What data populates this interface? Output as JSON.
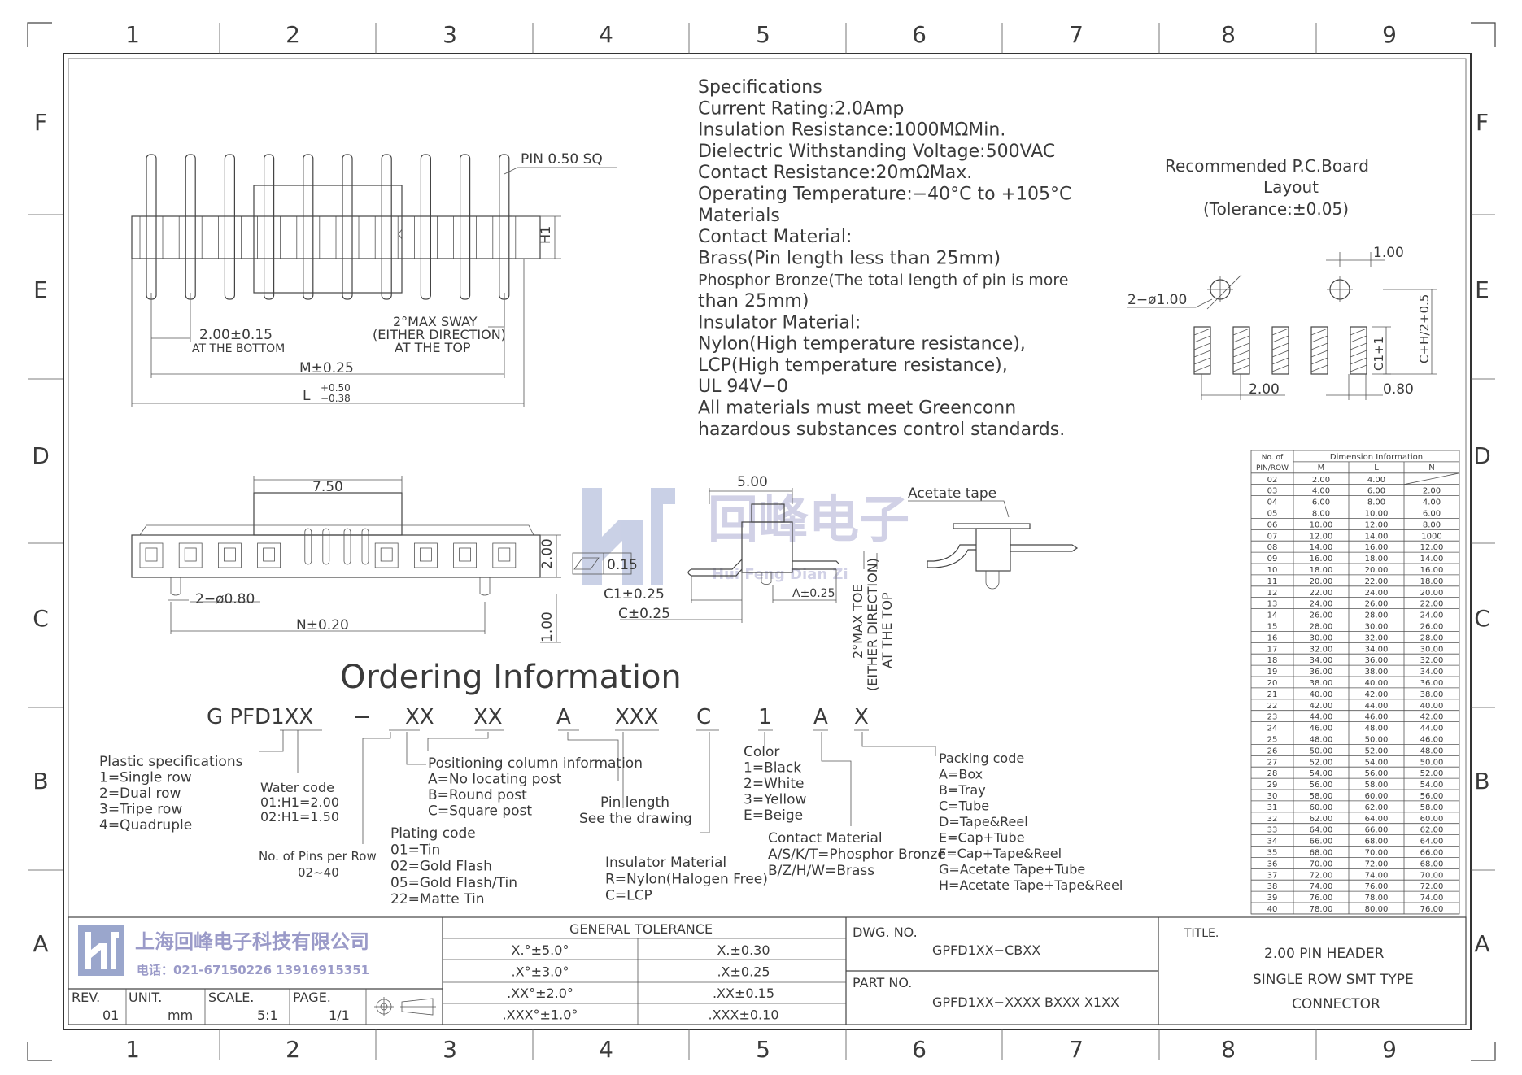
{
  "grid": {
    "columns": [
      "1",
      "2",
      "3",
      "4",
      "5",
      "6",
      "7",
      "8",
      "9"
    ],
    "rows": [
      "F",
      "E",
      "D",
      "C",
      "B",
      "A"
    ]
  },
  "specifications": {
    "lines": [
      "Specifications",
      "Current  Rating:2.0Amp",
      "Insulation  Resistance:1000MΩMin.",
      "Dielectric  Withstanding  Voltage:500VAC",
      "Contact  Resistance:20mΩMax.",
      "Operating  Temperature:−40°C  to  +105°C",
      "Materials",
      "Contact  Material:",
      "Brass(Pin  length  less  than  25mm)",
      "Phosphor Bronze(The total length of pin is more",
      "than  25mm)",
      "Insulator  Material:",
      "Nylon(High  temperature  resistance),",
      "LCP(High  temperature  resistance),",
      "UL  94V−0",
      "All  materials  must  meet  Greenconn",
      "hazardous  substances  control  standards."
    ]
  },
  "pcb_layout": {
    "title_lines": [
      "Recommended  P.C.Board",
      "Layout",
      "(Tolerance:±0.05)"
    ],
    "dim_hole_pitch": "1.00",
    "dim_hole": "2−ø1.00",
    "dim_pad_pitch": "2.00",
    "dim_pad_width": "0.80",
    "dim_c1": "C1+1",
    "dim_ch": "C+H/2+0.5"
  },
  "top_view": {
    "pin_label": "PIN  0.50  SQ",
    "h1": "H1",
    "pitch": "2.00±0.15",
    "pitch_note": "AT  THE  BOTTOM",
    "sway_lines": [
      "2°MAX  SWAY",
      "(EITHER  DIRECTION)",
      "AT  THE  TOP"
    ],
    "m_dim": "M±0.25",
    "l_dim": "L",
    "l_tol_plus": "+0.50",
    "l_tol_minus": "−0.38"
  },
  "side_view": {
    "dim_750": "7.50",
    "dim_200": "2.00",
    "flatness": "0.15",
    "post_dim": "2−ø0.80",
    "n_dim": "N±0.20",
    "dim_100": "1.00"
  },
  "end_view": {
    "dim_500": "5.00",
    "c1": "C1±0.25",
    "c": "C±0.25",
    "a": "A±0.25",
    "toe_lines": [
      "2°MAX  TOE",
      "(EITHER  DIRECTION)",
      "AT  THE  TOP"
    ],
    "acetate": "Acetate  tape"
  },
  "ordering": {
    "title": "Ordering  Information",
    "code_parts": [
      "G  PFD1XX",
      "−",
      "XX",
      "XX",
      "A",
      "XXX",
      "C",
      "1",
      "A",
      "X"
    ],
    "plastic": [
      "Plastic  specifications",
      "1=Single  row",
      "2=Dual  row",
      "3=Tripe  row",
      "4=Quadruple"
    ],
    "water": [
      "Water  code",
      "01:H1=2.00",
      "02:H1=1.50"
    ],
    "pins": [
      "No.  of  Pins  per  Row",
      "02~40"
    ],
    "plating": [
      "Plating  code",
      "01=Tin",
      "02=Gold  Flash",
      "05=Gold  Flash/Tin",
      "22=Matte  Tin"
    ],
    "positioning": [
      "Positioning  column  information",
      "A=No  locating  post",
      "B=Round  post",
      "C=Square  post"
    ],
    "pin_length": [
      "Pin  length",
      "See  the  drawing"
    ],
    "insulator": [
      "Insulator  Material",
      "R=Nylon(Halogen  Free)",
      "C=LCP"
    ],
    "color": [
      "Color",
      "1=Black",
      "2=White",
      "3=Yellow",
      "E=Beige"
    ],
    "contact": [
      "Contact  Material",
      "A/S/K/T=Phosphor  Bronze",
      "B/Z/H/W=Brass"
    ],
    "packing": [
      "Packing  code",
      "A=Box",
      "B=Tray",
      "C=Tube",
      "D=Tape&Reel",
      "E=Cap+Tube",
      "F=Cap+Tape&Reel",
      "G=Acetate  Tape+Tube",
      "H=Acetate  Tape+Tape&Reel"
    ]
  },
  "dimension_table": {
    "col_header": "No. of PIN/ROW",
    "group_header": "Dimension Information",
    "sub_headers": [
      "M",
      "L",
      "N"
    ],
    "rows": [
      [
        "02",
        "2.00",
        "4.00",
        ""
      ],
      [
        "03",
        "4.00",
        "6.00",
        "2.00"
      ],
      [
        "04",
        "6.00",
        "8.00",
        "4.00"
      ],
      [
        "05",
        "8.00",
        "10.00",
        "6.00"
      ],
      [
        "06",
        "10.00",
        "12.00",
        "8.00"
      ],
      [
        "07",
        "12.00",
        "14.00",
        "1000"
      ],
      [
        "08",
        "14.00",
        "16.00",
        "12.00"
      ],
      [
        "09",
        "16.00",
        "18.00",
        "14.00"
      ],
      [
        "10",
        "18.00",
        "20.00",
        "16.00"
      ],
      [
        "11",
        "20.00",
        "22.00",
        "18.00"
      ],
      [
        "12",
        "22.00",
        "24.00",
        "20.00"
      ],
      [
        "13",
        "24.00",
        "26.00",
        "22.00"
      ],
      [
        "14",
        "26.00",
        "28.00",
        "24.00"
      ],
      [
        "15",
        "28.00",
        "30.00",
        "26.00"
      ],
      [
        "16",
        "30.00",
        "32.00",
        "28.00"
      ],
      [
        "17",
        "32.00",
        "34.00",
        "30.00"
      ],
      [
        "18",
        "34.00",
        "36.00",
        "32.00"
      ],
      [
        "19",
        "36.00",
        "38.00",
        "34.00"
      ],
      [
        "20",
        "38.00",
        "40.00",
        "36.00"
      ],
      [
        "21",
        "40.00",
        "42.00",
        "38.00"
      ],
      [
        "22",
        "42.00",
        "44.00",
        "40.00"
      ],
      [
        "23",
        "44.00",
        "46.00",
        "42.00"
      ],
      [
        "24",
        "46.00",
        "48.00",
        "44.00"
      ],
      [
        "25",
        "48.00",
        "50.00",
        "46.00"
      ],
      [
        "26",
        "50.00",
        "52.00",
        "48.00"
      ],
      [
        "27",
        "52.00",
        "54.00",
        "50.00"
      ],
      [
        "28",
        "54.00",
        "56.00",
        "52.00"
      ],
      [
        "29",
        "56.00",
        "58.00",
        "54.00"
      ],
      [
        "30",
        "58.00",
        "60.00",
        "56.00"
      ],
      [
        "31",
        "60.00",
        "62.00",
        "58.00"
      ],
      [
        "32",
        "62.00",
        "64.00",
        "60.00"
      ],
      [
        "33",
        "64.00",
        "66.00",
        "62.00"
      ],
      [
        "34",
        "66.00",
        "68.00",
        "64.00"
      ],
      [
        "35",
        "68.00",
        "70.00",
        "66.00"
      ],
      [
        "36",
        "70.00",
        "72.00",
        "68.00"
      ],
      [
        "37",
        "72.00",
        "74.00",
        "70.00"
      ],
      [
        "38",
        "74.00",
        "76.00",
        "72.00"
      ],
      [
        "39",
        "76.00",
        "78.00",
        "74.00"
      ],
      [
        "40",
        "78.00",
        "80.00",
        "76.00"
      ]
    ]
  },
  "title_block": {
    "company": "上海回峰电子科技有限公司",
    "phone": "电话：021-67150226  13916915351",
    "rev_label": "REV.",
    "rev_value": "01",
    "unit_label": "UNIT.",
    "unit_value": "mm",
    "scale_label": "SCALE.",
    "scale_value": "5:1",
    "page_label": "PAGE.",
    "page_value": "1/1",
    "tolerance_title": "GENERAL TOLERANCE",
    "tolerances": [
      [
        "X.°±5.0°",
        "X.±0.30"
      ],
      [
        ".X°±3.0°",
        ".X±0.25"
      ],
      [
        ".XX°±2.0°",
        ".XX±0.15"
      ],
      [
        ".XXX°±1.0°",
        ".XXX±0.10"
      ]
    ],
    "dwg_label": "DWG. NO.",
    "dwg_value": "GPFD1XX−CBXX",
    "part_label": "PART NO.",
    "part_value": "GPFD1XX−XXXX  BXXX  X1XX",
    "title_label": "TITLE.",
    "title_lines": [
      "2.00  PIN  HEADER",
      "SINGLE  ROW  SMT  TYPE",
      "CONNECTOR"
    ]
  },
  "watermark": {
    "cn": "回峰电子",
    "pinyin": "Hui Feng Dian Zi"
  },
  "colors": {
    "line": "#444444",
    "watermark": "#9aa6cc"
  }
}
